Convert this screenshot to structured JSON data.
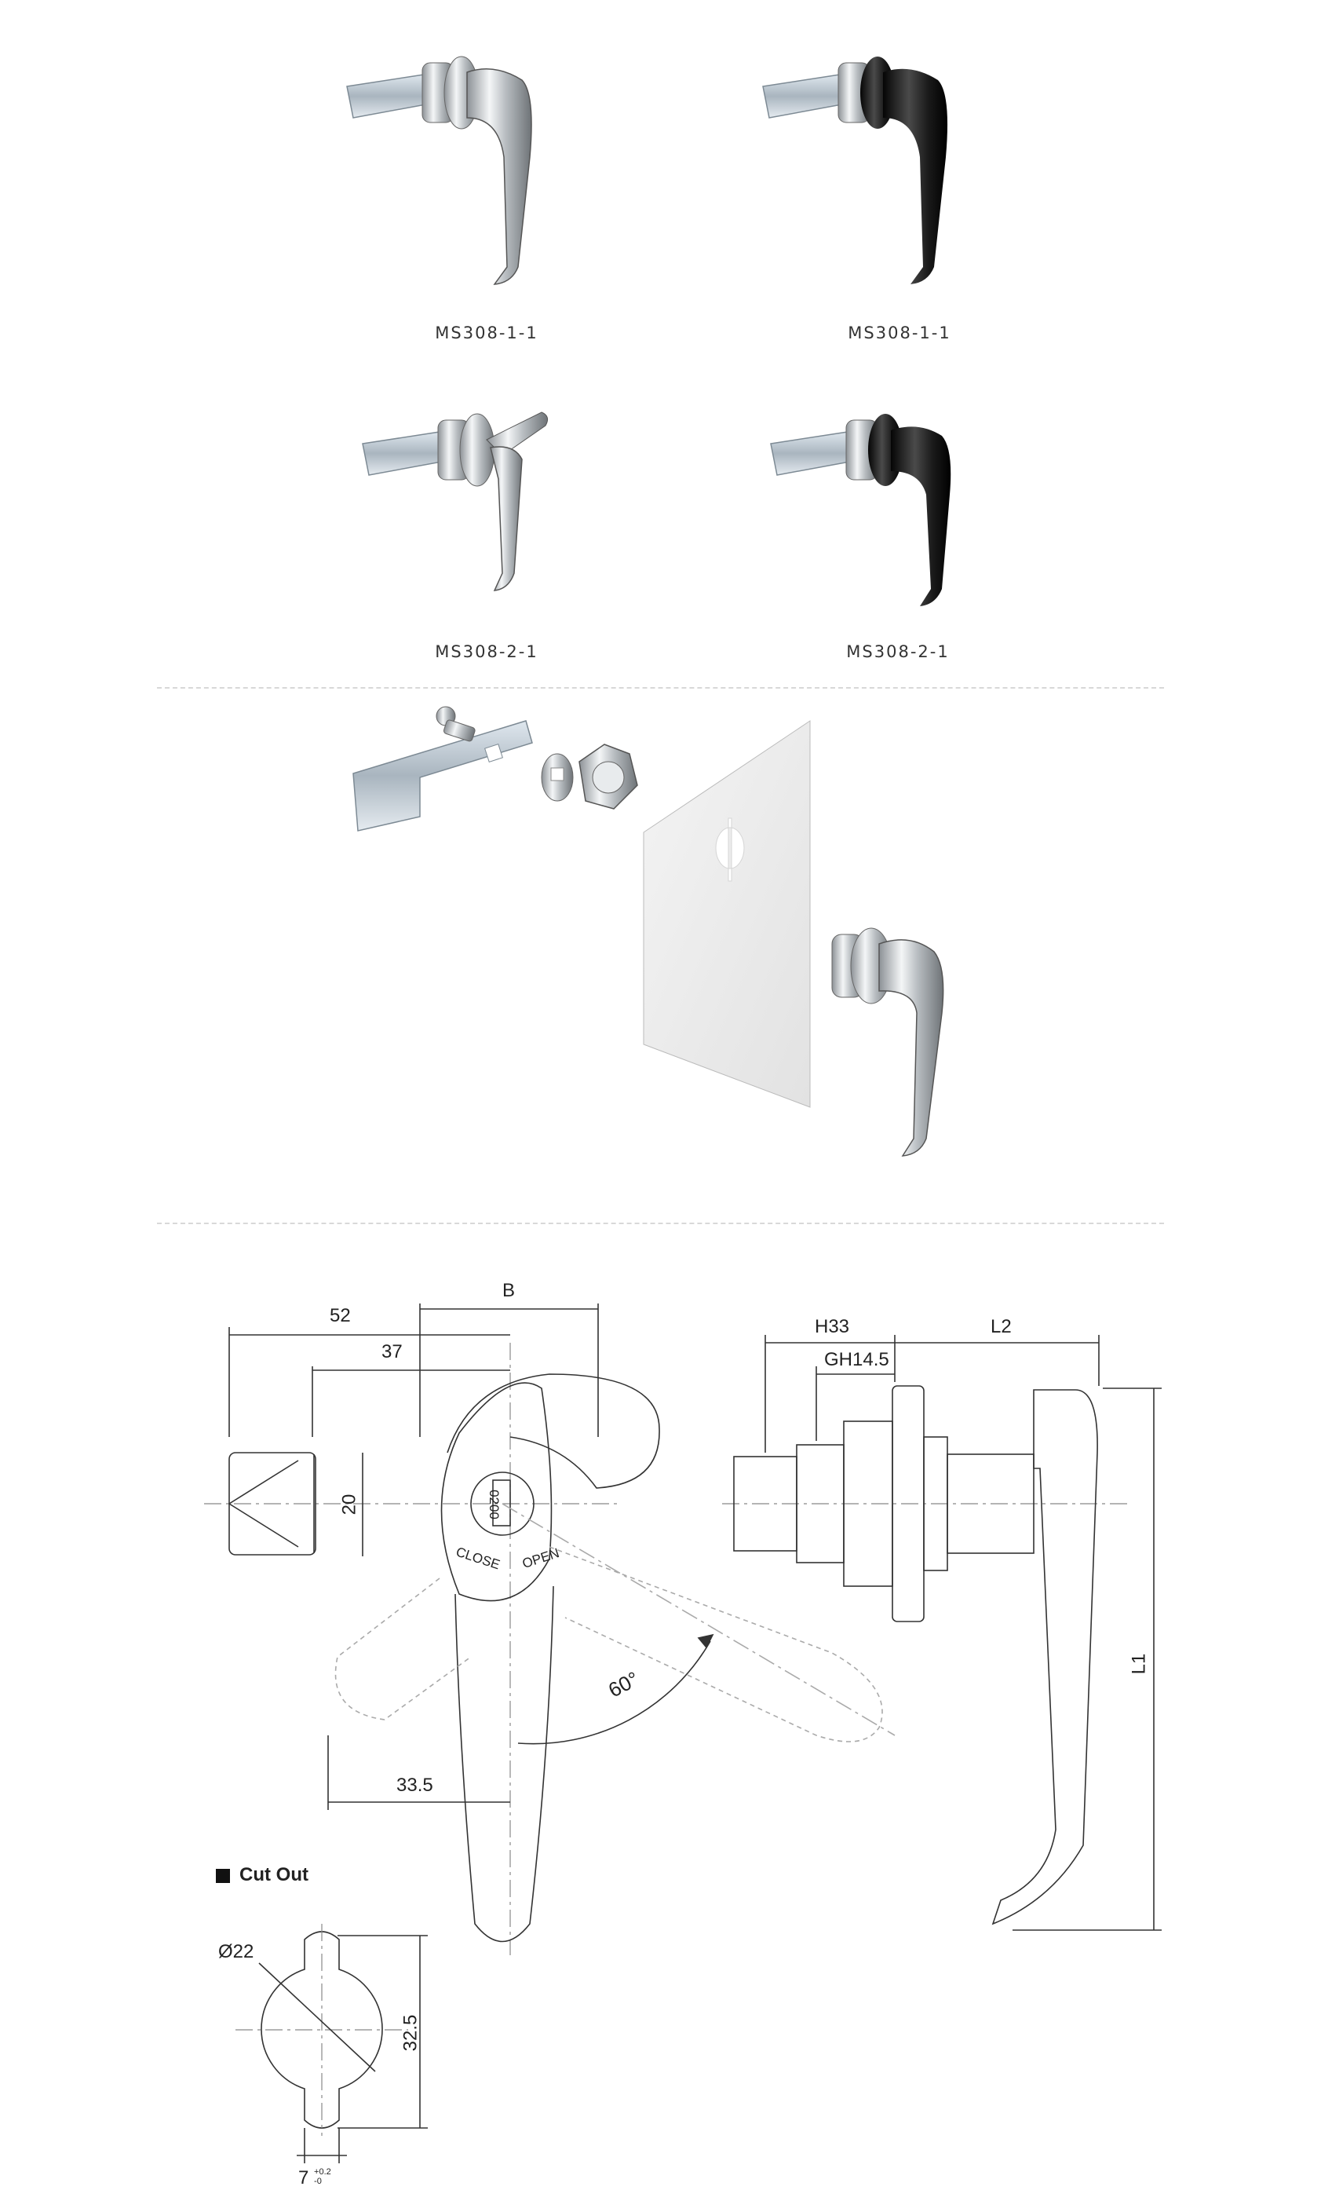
{
  "products": [
    {
      "caption": "MS308-1-1",
      "finish": "chrome"
    },
    {
      "caption": "MS308-1-1",
      "finish": "black"
    },
    {
      "caption": "MS308-2-1",
      "finish": "chrome"
    },
    {
      "caption": "MS308-2-1",
      "finish": "black"
    }
  ],
  "drawing": {
    "dim_52": "52",
    "dim_b": "B",
    "dim_37": "37",
    "dim_20": "20",
    "dim_33_5": "33.5",
    "angle": "60°",
    "key_code": "0200",
    "close_label": "CLOSE",
    "open_label": "OPEN",
    "dim_h33": "H33",
    "dim_gh14_5": "GH14.5",
    "dim_l2": "L2",
    "dim_l1": "L1"
  },
  "cutout": {
    "title": "Cut Out",
    "diameter": "Ø22",
    "height": "32.5",
    "width": "7",
    "tol_plus": "+0.2",
    "tol_minus": "-0"
  },
  "colors": {
    "chrome": "#cfd3d6",
    "black": "#1e1e1e",
    "zinc": "#b9c4cc"
  }
}
